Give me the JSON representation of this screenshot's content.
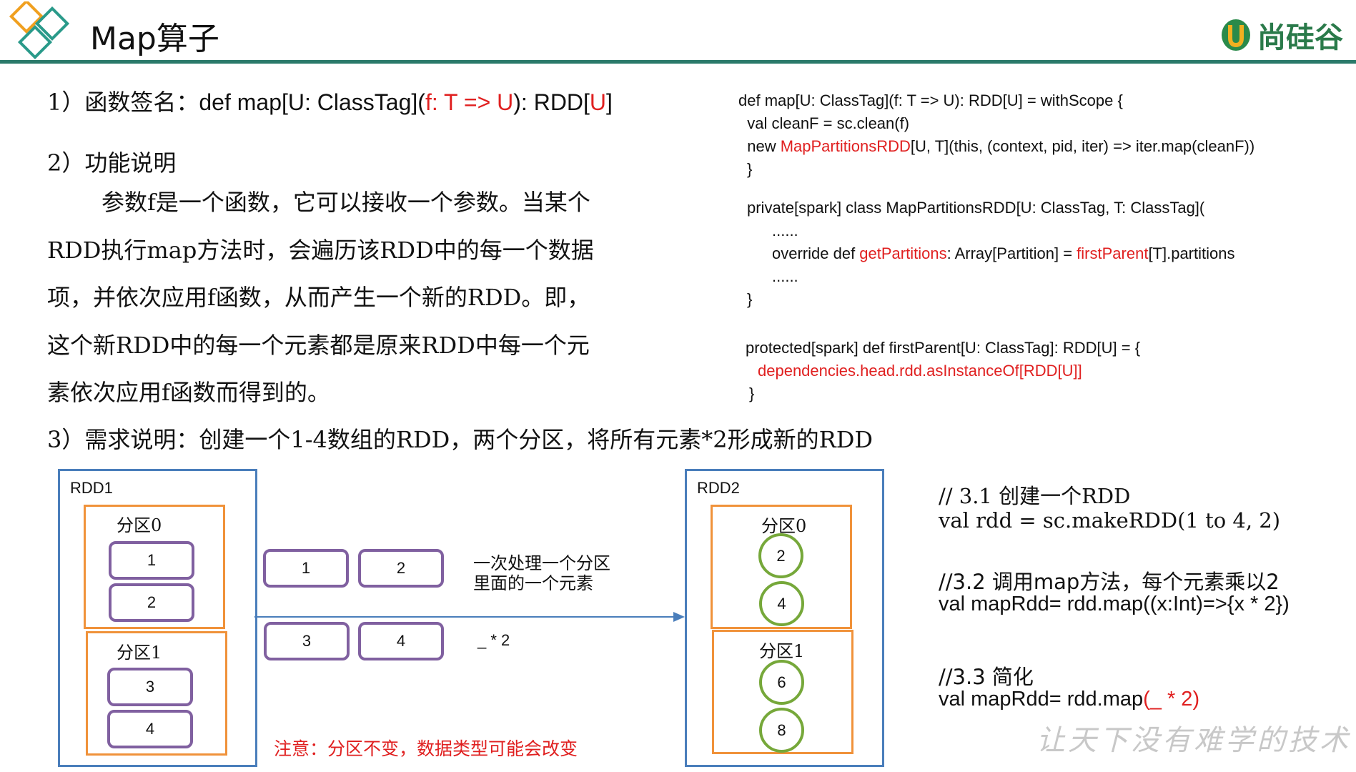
{
  "header": {
    "title": "Map算子",
    "brand": "尚硅谷",
    "brand_logo_letter": "U"
  },
  "left": {
    "sig_label": "1）函数签名：",
    "sig_def": "def map[U: ClassTag](",
    "sig_f": "f: T => U",
    "sig_mid": "): RDD[",
    "sig_u": "U",
    "sig_end": "]",
    "func_title": "2）功能说明",
    "func_line1": "参数f是一个函数，它可以接收一个参数。当某个",
    "func_line2": "RDD执行map方法时，会遍历该RDD中的每一个数据",
    "func_line3": "项，并依次应用f函数，从而产生一个新的RDD。即，",
    "func_line4": "这个新RDD中的每一个元素都是原来RDD中每一个元",
    "func_line5": "素依次应用f函数而得到的。",
    "req": "3）需求说明：创建一个1-4数组的RDD，两个分区，将所有元素*2形成新的RDD"
  },
  "code": {
    "l1": "def map[U: ClassTag](f: T => U): RDD[U] = withScope {",
    "l2": "  val cleanF = sc.clean(f)",
    "l3_pre": "  new ",
    "l3_red": "MapPartitionsRDD",
    "l3_post": "[U, T](this, (context, pid, iter) => iter.map(cleanF))",
    "l4": "}",
    "l5": "private[spark] class MapPartitionsRDD[U: ClassTag, T: ClassTag](",
    "l6": "......",
    "l7_pre": "override def ",
    "l7_red1": "getPartitions",
    "l7_mid": ": Array[Partition] = ",
    "l7_red2": "firstParent",
    "l7_post": "[T].partitions",
    "l8": "......",
    "l9": "}",
    "l10": "protected[spark] def firstParent[U: ClassTag]: RDD[U] = {",
    "l11": "dependencies.head.rdd.asInstanceOf[RDD[U]]",
    "l12": "}"
  },
  "diagram": {
    "rdd1_label": "RDD1",
    "rdd2_label": "RDD2",
    "p0_label": "分区0",
    "p1_label": "分区1",
    "rdd1_values": [
      "1",
      "2",
      "3",
      "4"
    ],
    "mid_values": [
      "1",
      "2",
      "3",
      "4"
    ],
    "rdd2_values": [
      "2",
      "4",
      "6",
      "8"
    ],
    "note1": "一次处理一个分区",
    "note2": "里面的一个元素",
    "func": "_ * 2",
    "warning": "注意：分区不变，数据类型可能会改变"
  },
  "right": {
    "c1": "// 3.1 创建一个RDD",
    "c2": "val rdd = sc.makeRDD(1  to 4, 2)",
    "c3": "//3.2 调用map方法，每个元素乘以2",
    "c4": "val mapRdd= rdd.map((x:Int)=>{x * 2})",
    "c5": "//3.3 简化",
    "c6_pre": "val mapRdd= rdd.map",
    "c6_red": "(_  *  2)"
  },
  "watermark": "让天下没有难学的技术",
  "colors": {
    "header_rule": "#2a7a6a",
    "rdd_border": "#4a7ebb",
    "partition_border": "#f0923a",
    "element_border": "#8060a0",
    "circle_border": "#76a83a",
    "highlight_red": "#e02020"
  }
}
